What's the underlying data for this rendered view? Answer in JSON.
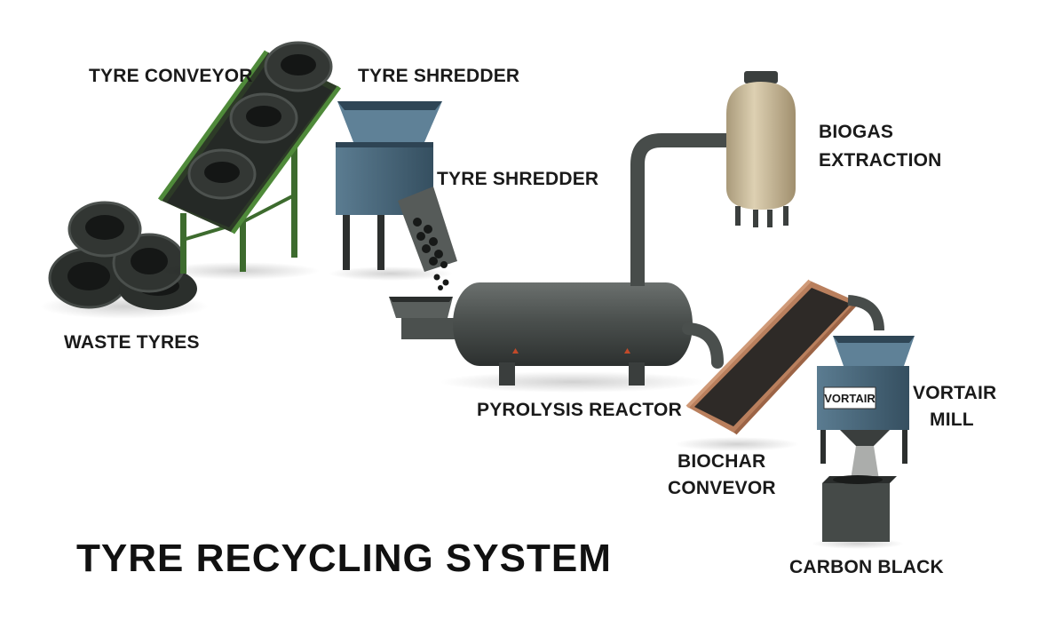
{
  "title": "TYRE RECYCLING SYSTEM",
  "labels": {
    "tyre_conveyor": "TYRE CONVEYOR",
    "tyre_shredder_top": "TYRE SHREDDER",
    "tyre_shredder_side": "TYRE SHREDDER",
    "waste_tyres": "WASTE TYRES",
    "biogas_line1": "BIOGAS",
    "biogas_line2": "EXTRACTION",
    "pyrolysis_reactor": "PYROLYSIS REACTOR",
    "vortair_line1": "VORTAIR",
    "vortair_line2": "MILL",
    "biochar_line1": "BIOCHAR",
    "biochar_line2": "CONVEVOR",
    "carbon_black": "CARBON BLACK"
  },
  "mill_plate": "VORTAIR",
  "colors": {
    "tyre": "#2f3330",
    "conveyor_frame": "#3d6b2e",
    "shredder": "#3f5f74",
    "reactor": "#4a4e4d",
    "tank": "#cdbf9f",
    "biochar_belt": "#c08865",
    "mill": "#3f5f74",
    "bin": "#404544"
  }
}
